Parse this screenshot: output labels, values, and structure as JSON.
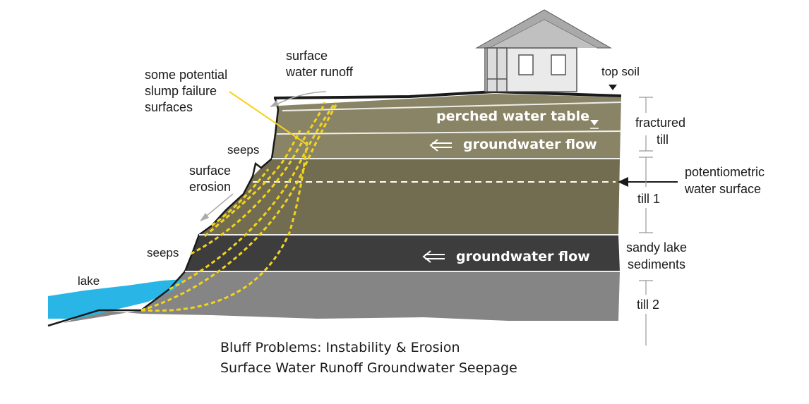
{
  "labels": {
    "surface_runoff": [
      "surface",
      "water runoff"
    ],
    "slump": [
      "some potential",
      "slump failure",
      "surfaces"
    ],
    "top_soil": "top soil",
    "seeps_upper": "seeps",
    "seeps_lower": "seeps",
    "surface_erosion": [
      "surface",
      "erosion"
    ],
    "lake": "lake",
    "potentiometric": [
      "potentiometric",
      "water surface"
    ]
  },
  "in_diagram": {
    "perched": "perched water table",
    "gw_flow_upper": "groundwater flow",
    "gw_flow_lower": "groundwater flow"
  },
  "layers": {
    "fractured_till": [
      "fractured",
      "till"
    ],
    "till1": "till 1",
    "sandy": [
      "sandy lake",
      "sediments"
    ],
    "till2": "till 2"
  },
  "caption": {
    "line1": "Bluff Problems: Instability & Erosion",
    "line2": "Surface Water Runoff Groundwater Seepage"
  },
  "colors": {
    "fractured_till": "#8a8466",
    "till1": "#726c51",
    "sandy": "#3d3d3d",
    "till2": "#858585",
    "lake": "#29b6e6",
    "slump": "#f3d41c"
  }
}
